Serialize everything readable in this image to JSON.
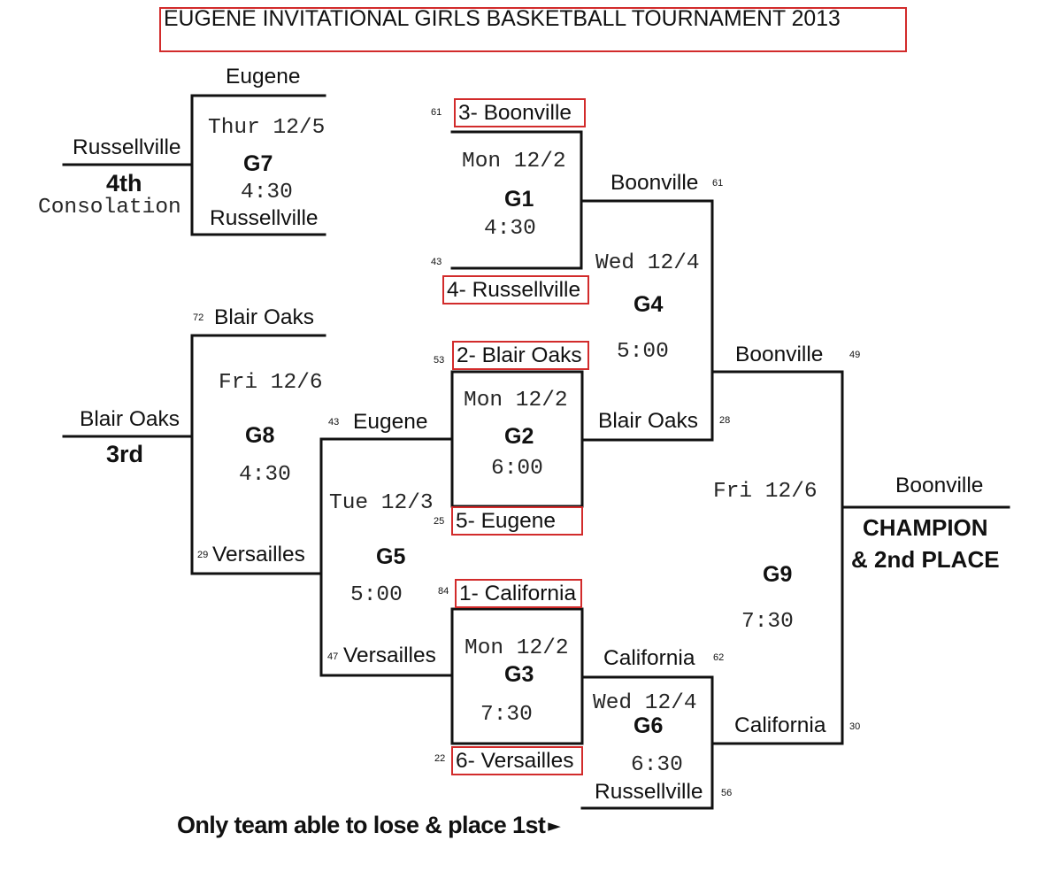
{
  "title": "EUGENE INVITATIONAL GIRLS BASKETBALL TOURNAMENT 2013",
  "colors": {
    "background": "#ffffff",
    "text": "#111111",
    "schedule_text": "#262626",
    "bracket_line": "#111111",
    "highlight_border": "#d22b2b"
  },
  "games": {
    "g1": {
      "label": "G1",
      "date": "Mon 12/2",
      "time": "4:30",
      "top": {
        "team": "3- Boonville",
        "score": 61
      },
      "bottom": {
        "team": "4- Russellville",
        "score": 43
      }
    },
    "g2": {
      "label": "G2",
      "date": "Mon 12/2",
      "time": "6:00",
      "top": {
        "team": "2- Blair Oaks",
        "score": 53
      },
      "bottom": {
        "team": "5- Eugene",
        "score": 25
      }
    },
    "g3": {
      "label": "G3",
      "date": "Mon 12/2",
      "time": "7:30",
      "top": {
        "team": "1- California",
        "score": 84
      },
      "bottom": {
        "team": "6- Versailles",
        "score": 22
      }
    },
    "g4": {
      "label": "G4",
      "date": "Wed 12/4",
      "time": "5:00",
      "top": {
        "team": "Boonville",
        "score": 61
      },
      "bottom": {
        "team": "Blair Oaks",
        "score": 28
      }
    },
    "g5": {
      "label": "G5",
      "date": "Tue 12/3",
      "time": "5:00",
      "top": {
        "team": "Eugene",
        "score": 43
      },
      "bottom": {
        "team": "Versailles",
        "score": 47
      }
    },
    "g6": {
      "label": "G6",
      "date": "Wed 12/4",
      "time": "6:30",
      "top": {
        "team": "California",
        "score": 62
      },
      "bottom": {
        "team": "Russellville",
        "score": 56
      }
    },
    "g7": {
      "label": "G7",
      "date": "Thur 12/5",
      "time": "4:30",
      "top": {
        "team": "Eugene"
      },
      "bottom": {
        "team": "Russellville"
      },
      "result": {
        "team": "Russellville",
        "place": "4th",
        "note": "Consolation"
      }
    },
    "g8": {
      "label": "G8",
      "date": "Fri 12/6",
      "time": "4:30",
      "top": {
        "team": "Blair Oaks",
        "score": 72
      },
      "bottom": {
        "team": "Versailles",
        "score": 29
      },
      "result": {
        "team": "Blair Oaks",
        "place": "3rd"
      }
    },
    "g9": {
      "label": "G9",
      "date": "Fri 12/6",
      "time": "7:30",
      "top": {
        "team": "Boonville",
        "score": 49
      },
      "bottom": {
        "team": "California",
        "score": 30
      },
      "result": {
        "team": "Boonville",
        "place": [
          "CHAMPION",
          "& 2nd PLACE"
        ]
      }
    }
  },
  "footnote": {
    "text": "Only team able to lose & place 1st",
    "pointer": "►",
    "pointer_icon": "right-pointer-icon"
  }
}
